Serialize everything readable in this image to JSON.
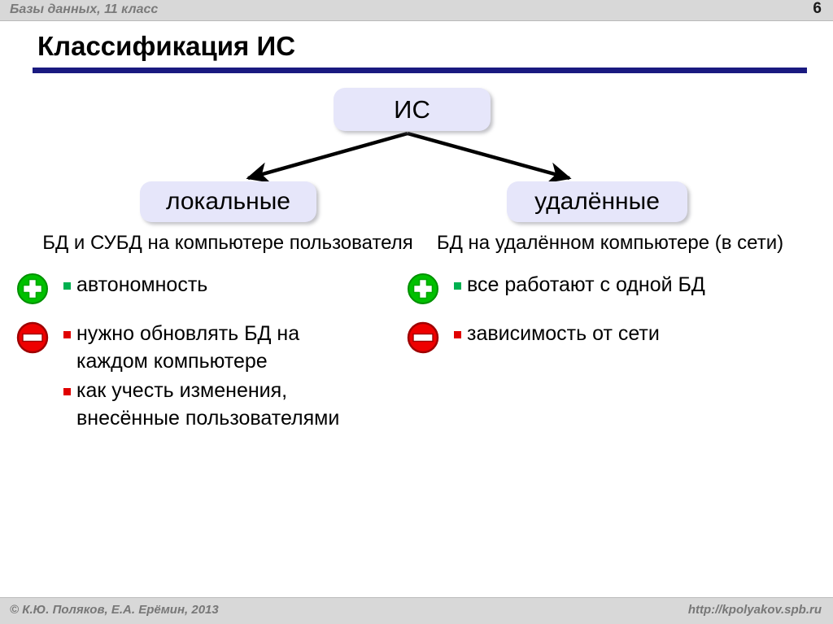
{
  "header": {
    "title": "Базы данных, 11 класс",
    "page_number": "6"
  },
  "slide": {
    "title": "Классификация ИС",
    "rule_color": "#1a1a80"
  },
  "diagram": {
    "root": {
      "label": "ИС"
    },
    "children": [
      {
        "label": "локальные"
      },
      {
        "label": "удалённые"
      }
    ],
    "node_fill": "#e6e6fa",
    "arrow_color": "#000000"
  },
  "columns": [
    {
      "name": "local",
      "description": "БД и СУБД на компьютере пользователя",
      "pros": {
        "icon": "plus-circle-icon",
        "icon_color": "#00c000",
        "items": [
          {
            "lines": [
              "автономность"
            ]
          }
        ]
      },
      "cons": {
        "icon": "minus-circle-icon",
        "icon_color": "#ee0000",
        "items": [
          {
            "lines": [
              "нужно обновлять БД на",
              "каждом компьютере"
            ]
          },
          {
            "lines": [
              "как учесть изменения,",
              "внесённые пользователями"
            ]
          }
        ]
      }
    },
    {
      "name": "remote",
      "description": "БД на удалённом компьютере (в сети)",
      "pros": {
        "icon": "plus-circle-icon",
        "icon_color": "#00c000",
        "items": [
          {
            "lines": [
              "все работают с одной БД"
            ]
          }
        ]
      },
      "cons": {
        "icon": "minus-circle-icon",
        "icon_color": "#ee0000",
        "items": [
          {
            "lines": [
              "зависимость от сети"
            ]
          }
        ]
      }
    }
  ],
  "bullet_colors": {
    "pro": "#00b050",
    "con": "#e00000"
  },
  "footer": {
    "copyright": "© К.Ю. Поляков, Е.А. Ерёмин, 2013",
    "url": "http://kpolyakov.spb.ru"
  }
}
